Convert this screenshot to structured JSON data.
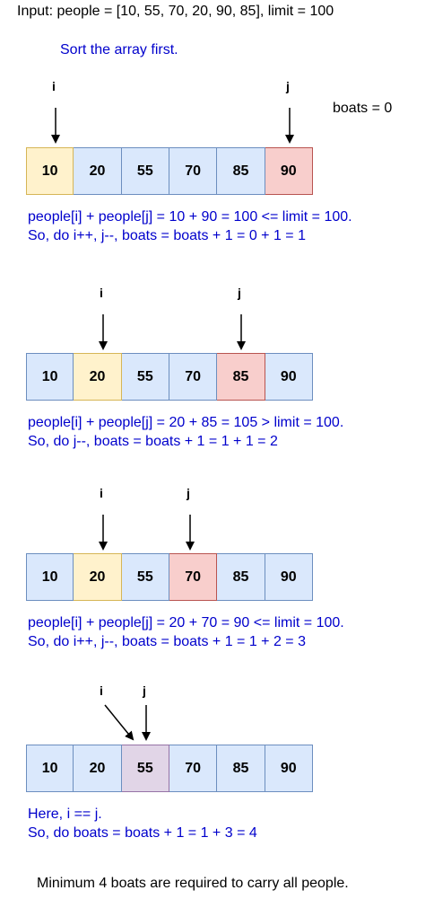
{
  "title": "Input: people = [10, 55, 70, 20, 90, 85], limit = 100",
  "sort_note": "Sort the array first.",
  "boats_initial": "boats = 0",
  "pointer_i": "i",
  "pointer_j": "j",
  "steps": [
    {
      "cells": [
        "10",
        "20",
        "55",
        "70",
        "85",
        "90"
      ],
      "line1": "people[i] + people[j] = 10 + 90 = 100 <= limit = 100.",
      "line2": "So, do i++, j--, boats = boats + 1 = 0 + 1 = 1"
    },
    {
      "cells": [
        "10",
        "20",
        "55",
        "70",
        "85",
        "90"
      ],
      "line1": "people[i] + people[j] = 20 + 85 = 105 > limit = 100.",
      "line2": "So, do j--, boats = boats + 1 = 1 + 1 = 2"
    },
    {
      "cells": [
        "10",
        "20",
        "55",
        "70",
        "85",
        "90"
      ],
      "line1": "people[i] + people[j] = 20 + 70 = 90 <= limit = 100.",
      "line2": "So, do i++, j--, boats = boats + 1 = 1 + 2 = 3"
    },
    {
      "cells": [
        "10",
        "20",
        "55",
        "70",
        "85",
        "90"
      ],
      "line1": "Here, i == j.",
      "line2": "So, do boats = boats + 1 = 1 + 3 = 4"
    }
  ],
  "footer": "Minimum 4 boats are required to carry all people.",
  "colors": {
    "default_fill": "#dae8fc",
    "i_fill": "#fff2cc",
    "j_fill": "#f8cecc",
    "meet_fill": "#e1d5e7",
    "explain_text": "#0000cc"
  }
}
